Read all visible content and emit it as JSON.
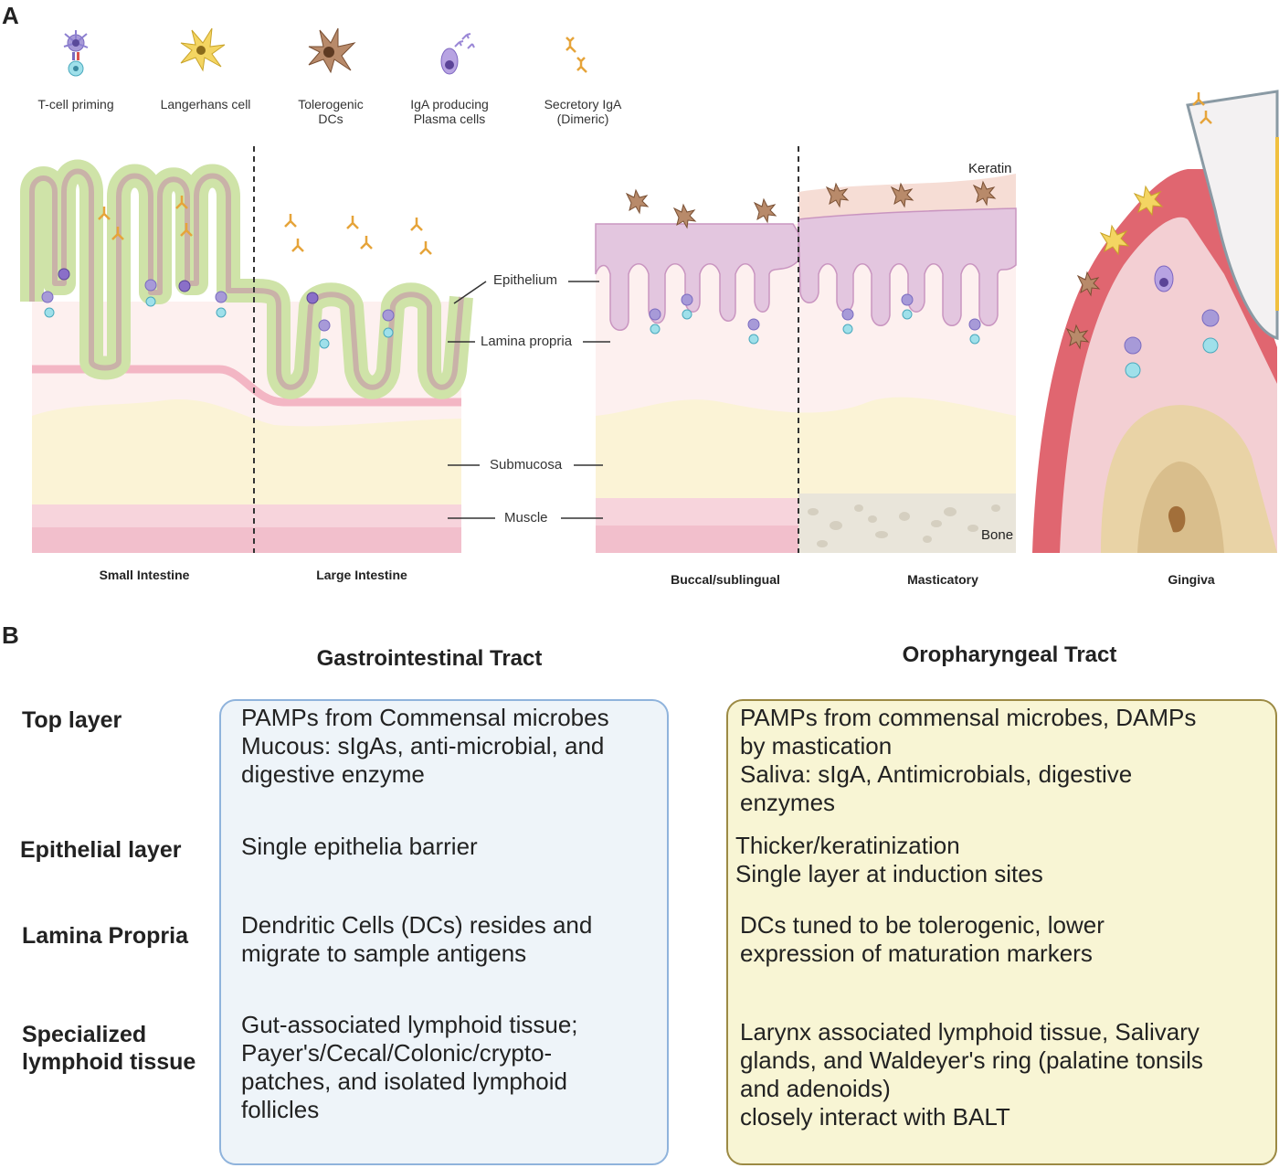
{
  "panel_a": {
    "letter": "A",
    "legend": [
      {
        "icon": "t-cell-priming-icon",
        "label": "T-cell priming"
      },
      {
        "icon": "langerhans-cell-icon",
        "label": "Langerhans cell"
      },
      {
        "icon": "tolerogenic-dc-icon",
        "label": "Tolerogenic\nDCs"
      },
      {
        "icon": "plasma-cell-icon",
        "label": "IgA producing\nPlasma cells"
      },
      {
        "icon": "secretory-iga-icon",
        "label": "Secretory IgA\n(Dimeric)"
      }
    ],
    "layers": {
      "epithelium": "Epithelium",
      "lamina_propria": "Lamina propria",
      "submucosa": "Submucosa",
      "muscle": "Muscle",
      "keratin": "Keratin",
      "bone": "Bone"
    },
    "regions": {
      "small_intestine": "Small Intestine",
      "large_intestine": "Large Intestine",
      "buccal": "Buccal/sublingual",
      "masticatory": "Masticatory",
      "gingiva": "Gingiva"
    },
    "colors": {
      "gut_epithelium": "#cfe3a8",
      "oral_epithelium": "#e3c6df",
      "lamina_propria": "#fdf0ef",
      "submucosa": "#fbf3d6",
      "muscle": "#f3c4cf",
      "gingiva": "#e06670"
    }
  },
  "panel_b": {
    "letter": "B",
    "columns": {
      "gi": "Gastrointestinal Tract",
      "oro": "Oropharyngeal Tract"
    },
    "rows": [
      {
        "label": "Top layer",
        "gi": "PAMPs from Commensal microbes\nMucous: sIgAs, anti-microbial, and\ndigestive enzyme",
        "oro": "PAMPs from commensal microbes, DAMPs\nby mastication\nSaliva: sIgA, Antimicrobials, digestive\nenzymes"
      },
      {
        "label": "Epithelial layer",
        "gi": "Single epithelia barrier",
        "oro": "Thicker/keratinization\nSingle layer at induction sites"
      },
      {
        "label": "Lamina Propria",
        "gi": "Dendritic Cells (DCs) resides and\nmigrate to sample antigens",
        "oro": "DCs tuned to be tolerogenic, lower\nexpression of maturation markers"
      },
      {
        "label": "Specialized\nlymphoid tissue",
        "gi": "Gut-associated lymphoid tissue;\nPayer's/Cecal/Colonic/crypto-\npatches, and isolated lymphoid\nfollicles",
        "oro": "Larynx associated lymphoid tissue, Salivary\nglands, and Waldeyer's ring (palatine tonsils\nand adenoids)\nclosely interact with BALT"
      }
    ],
    "colors": {
      "gi_box_fill": "#eef4f9",
      "gi_box_border": "#8fb3dc",
      "oro_box_fill": "#f8f5d4",
      "oro_box_border": "#9c8a44"
    }
  }
}
